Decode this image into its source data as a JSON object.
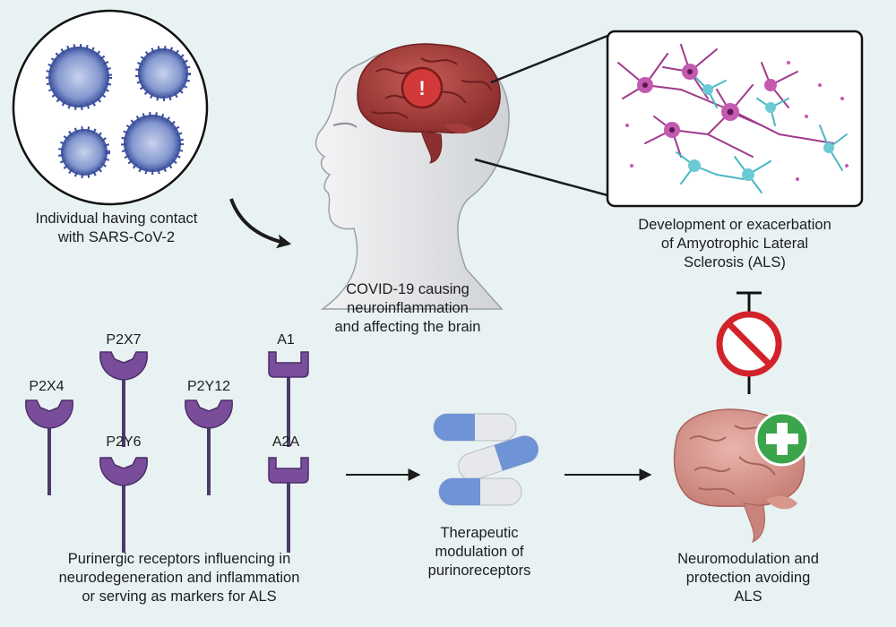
{
  "virus_caption": [
    "Individual having contact",
    "with SARS-CoV-2"
  ],
  "brain_caption": [
    "COVID-19 causing",
    "neuroinflammation",
    "and affecting the brain"
  ],
  "als_caption": [
    "Development or exacerbation",
    "of Amyotrophic Lateral",
    "Sclerosis (ALS)"
  ],
  "alert_symbol": "!",
  "receptors": [
    "P2X4",
    "P2X7",
    "P2Y6",
    "P2Y12",
    "A1",
    "A2A"
  ],
  "receptors_caption": [
    "Purinergic receptors influencing in",
    "neurodegeneration and inflammation",
    "or serving as markers for ALS"
  ],
  "pills_caption": [
    "Therapeutic",
    "modulation of",
    "purinoreceptors"
  ],
  "protection_caption": [
    "Neuromodulation and",
    "protection avoiding",
    "ALS"
  ],
  "colors": {
    "background": "#e9f2f3",
    "virus_blue": "#3b4f9c",
    "brain_red": "#b24848",
    "neuron_magenta": "#a0398a",
    "neuron_cyan": "#4bb7c4",
    "receptor_purple": "#7a4d9a",
    "pill_blue": "#5f86cf",
    "inhibit_red": "#d2232a",
    "plus_green": "#3ba54b"
  }
}
